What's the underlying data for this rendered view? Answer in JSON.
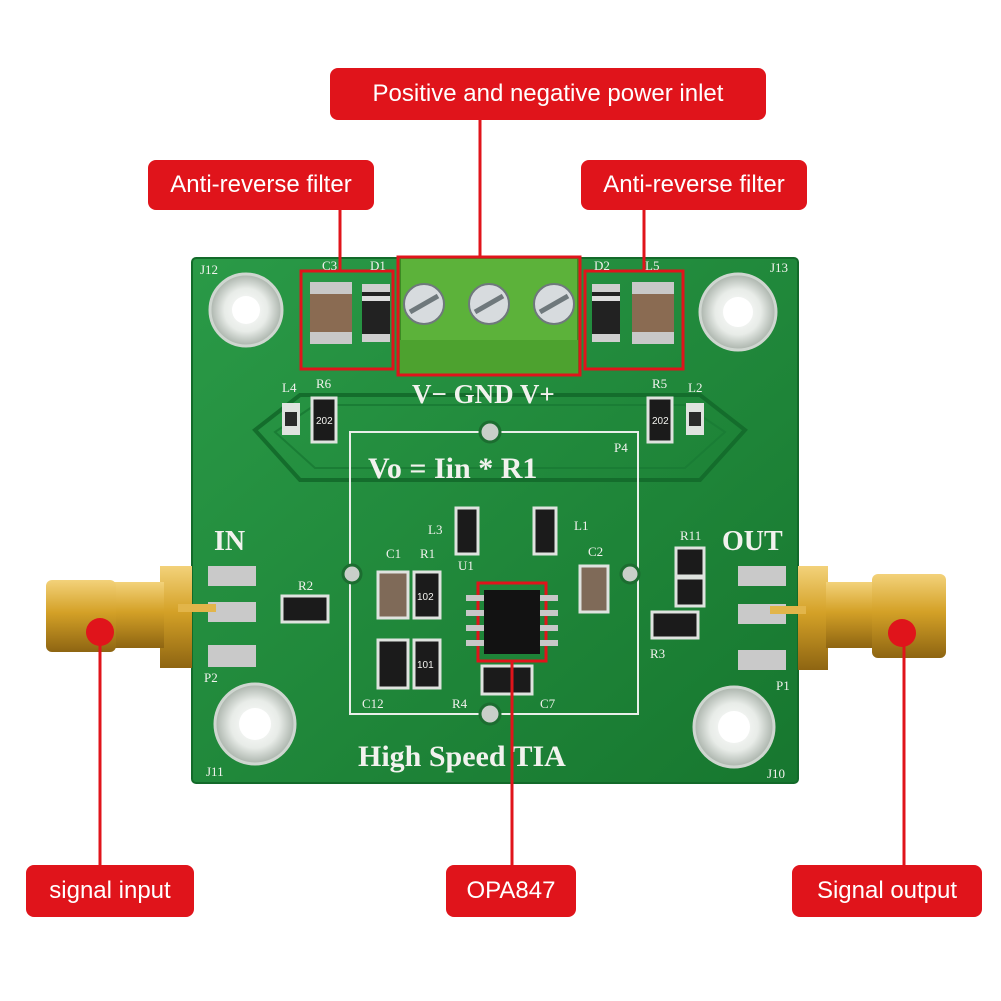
{
  "callouts": {
    "power_inlet": "Positive and negative power inlet",
    "anti_reverse_left": "Anti-reverse filter",
    "anti_reverse_right": "Anti-reverse filter",
    "signal_input": "signal input",
    "opamp": "OPA847",
    "signal_output": "Signal output"
  },
  "board": {
    "formula": "Vo = Iin * R1",
    "title": "High Speed TIA",
    "terminal_label": "V− GND V+",
    "in_label": "IN",
    "out_label": "OUT",
    "silkscreen": {
      "j12": "J12",
      "j13": "J13",
      "j11": "J11",
      "j10": "J10",
      "c3": "C3",
      "d1": "D1",
      "d2": "D2",
      "l5": "L5",
      "l4": "L4",
      "r6": "R6",
      "r5": "R5",
      "l2": "L2",
      "p4": "P4",
      "l3": "L3",
      "l1": "L1",
      "u1": "U1",
      "c1": "C1",
      "r1": "R1",
      "c2": "C2",
      "r11": "R11",
      "r2": "R2",
      "r3": "R3",
      "p2": "P2",
      "p1": "P1",
      "c12": "C12",
      "r4": "R4",
      "c7": "C7",
      "code_202_left": "202",
      "code_202_right": "202",
      "code_102": "102",
      "code_101": "101"
    }
  },
  "colors": {
    "callout_red": "#e0141b",
    "pcb_green": "#1f8a3c",
    "terminal_green": "#5cb23a",
    "gold": "#d4a127",
    "silkscreen": "#f2f2ee"
  }
}
